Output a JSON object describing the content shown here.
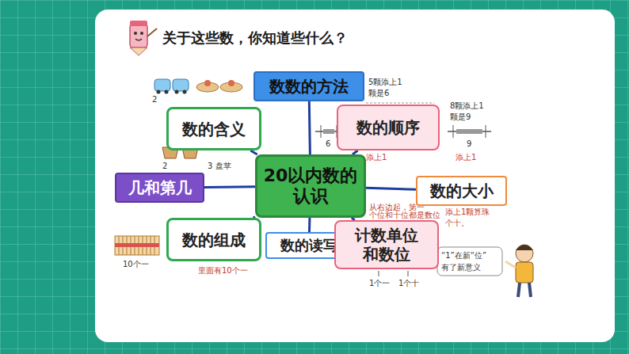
{
  "diagram": {
    "title": "关于这些数，你知道些什么？",
    "nodes": [
      {
        "text": [
          "数数的方法"
        ]
      },
      {
        "text": [
          "数的含义"
        ]
      },
      {
        "text": [
          "数的顺序"
        ]
      },
      {
        "text": [
          "几和第几"
        ]
      },
      {
        "text": [
          "20以内数的认识"
        ]
      },
      {
        "text": [
          "数的大小"
        ]
      },
      {
        "text": [
          "数的组成"
        ]
      },
      {
        "text": [
          "数的读写"
        ]
      },
      {
        "text": [
          "计数单位和数位"
        ]
      }
    ],
    "edges": [
      {
        "from": 4,
        "to": 0,
        "arrow": "none"
      },
      {
        "from": 4,
        "to": 1,
        "arrow": "none"
      },
      {
        "from": 4,
        "to": 2,
        "arrow": "none"
      },
      {
        "from": 4,
        "to": 3,
        "arrow": "none"
      },
      {
        "from": 4,
        "to": 5,
        "arrow": "none"
      },
      {
        "from": 4,
        "to": 6,
        "arrow": "none"
      },
      {
        "from": 4,
        "to": 7,
        "arrow": "none"
      },
      {
        "from": 4,
        "to": 8,
        "arrow": "none"
      }
    ],
    "labels": [
      "2",
      "5颗添上1",
      "颗是6",
      "8颗添上1",
      "颗是9",
      "6",
      "9",
      "添上1",
      "添上1",
      "2",
      "3 盘苹",
      "从右边起，第一",
      "个位和十位都是数位",
      "添上1颗算珠",
      "个十。",
      "“1”在新“位”",
      "有了新意义",
      "10个一",
      "里面有10个一",
      "1个一",
      "1个十"
    ]
  }
}
